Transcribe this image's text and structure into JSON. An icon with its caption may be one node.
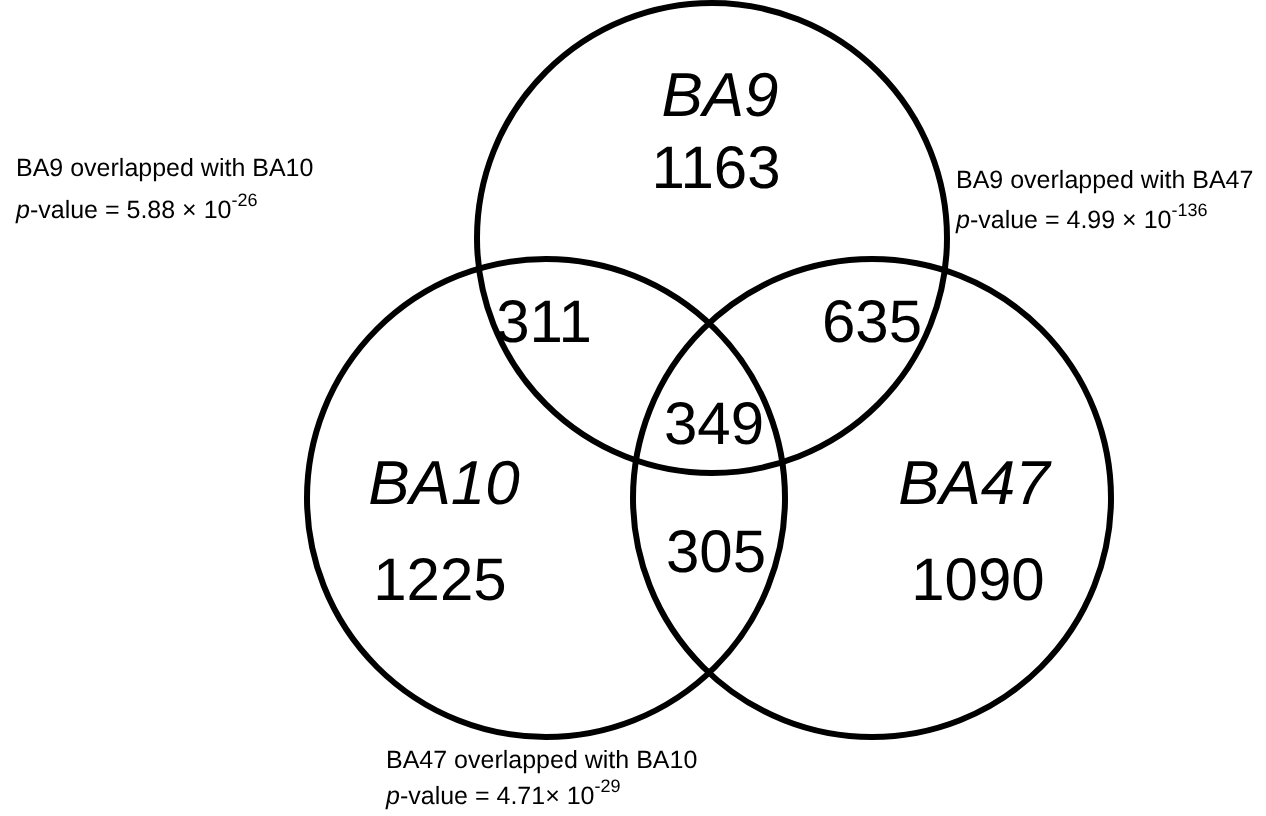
{
  "diagram": {
    "nodes": [
      {
        "text": [
          "BA9",
          "1163"
        ]
      },
      {
        "text": [
          "BA10",
          "1225"
        ]
      },
      {
        "text": [
          "BA47",
          "1090"
        ]
      }
    ],
    "labels": [
      "BA9 overlapped with BA10",
      "*p*-value = 5.88 × 10$^{-26}$",
      "BA9 overlapped with BA47",
      "*p*-value = 4.99 × 10$^{-136}$",
      "311",
      "635",
      "349",
      "305",
      "BA47 overlapped with BA10",
      "*p*-value = 4.71× 10$^{-29}$"
    ]
  }
}
